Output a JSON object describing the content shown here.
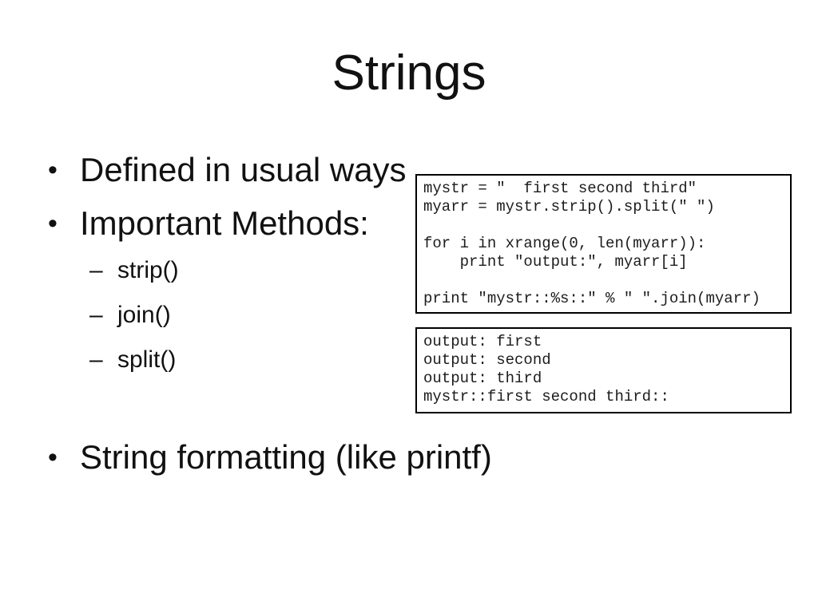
{
  "slide": {
    "title": "Strings",
    "bullet_marker": "•",
    "sub_bullet_marker": "–",
    "bullets": [
      {
        "level": 1,
        "text": "Defined in usual ways"
      },
      {
        "level": 1,
        "text": "Important Methods:"
      },
      {
        "level": 2,
        "text": "strip()"
      },
      {
        "level": 2,
        "text": "join()"
      },
      {
        "level": 2,
        "text": "split()"
      },
      {
        "level": 1,
        "text": "String formatting (like printf)"
      }
    ],
    "code_listing": "mystr = \"  first second third\"\nmyarr = mystr.strip().split(\" \")\n\nfor i in xrange(0, len(myarr)):\n    print \"output:\", myarr[i]\n\nprint \"mystr::%s::\" % \" \".join(myarr)",
    "code_output": "output: first\noutput: second\noutput: third\nmystr::first second third::",
    "colors": {
      "background": "#ffffff",
      "text": "#111111",
      "code_text": "#1c1c1c",
      "code_border": "#000000"
    }
  }
}
